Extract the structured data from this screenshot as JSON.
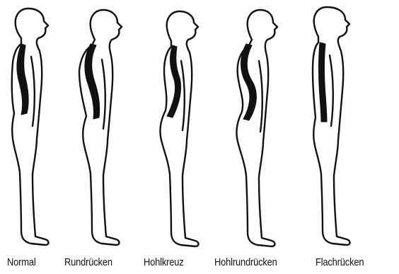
{
  "figures": [
    {
      "label": "Normal",
      "posture": "normal"
    },
    {
      "label": "Rundrücken",
      "posture": "kyphosis"
    },
    {
      "label": "Hohlkreuz",
      "posture": "lordosis"
    },
    {
      "label": "Hohlrundrücken",
      "posture": "kyphosis-lordosis"
    },
    {
      "label": "Flachrücken",
      "posture": "flat-back"
    }
  ],
  "colors": {
    "ink": "#111111",
    "background": "#ffffff"
  }
}
